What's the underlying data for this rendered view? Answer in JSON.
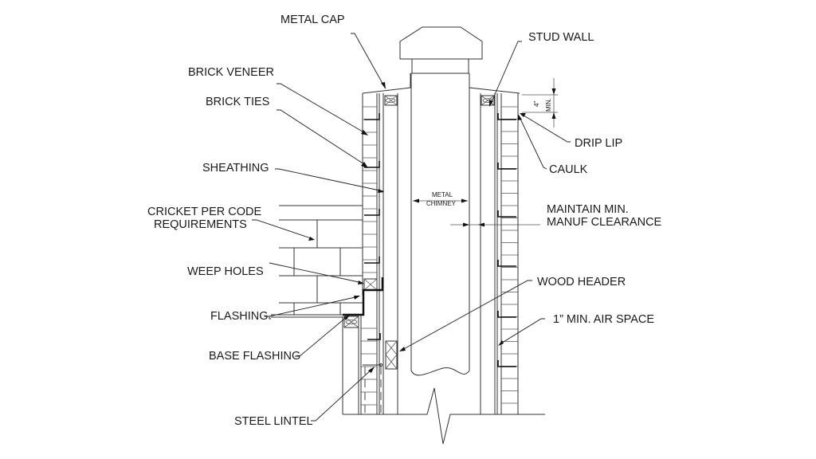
{
  "diagram": {
    "title": "Metal chimney chase through brick veneer wall section",
    "labels": {
      "metal_cap": "METAL CAP",
      "stud_wall": "STUD WALL",
      "brick_veneer": "BRICK VENEER",
      "brick_ties": "BRICK TIES",
      "drip_lip": "DRIP LIP",
      "caulk": "CAULK",
      "sheathing": "SHEATHING",
      "cricket_line1": "CRICKET PER CODE",
      "cricket_line2": "REQUIREMENTS",
      "maintain_line1": "MAINTAIN MIN.",
      "maintain_line2": "MANUF CLEARANCE",
      "weep_holes": "WEEP HOLES",
      "wood_header": "WOOD HEADER",
      "flashing": "FLASHING",
      "air_space": "1” MIN. AIR SPACE",
      "base_flashing": "BASE FLASHING",
      "steel_lintel": "STEEL LINTEL",
      "metal_chimney_line1": "METAL",
      "metal_chimney_line2": "CHIMNEY",
      "dim_value": "4\"",
      "dim_unit": "MIN."
    }
  }
}
